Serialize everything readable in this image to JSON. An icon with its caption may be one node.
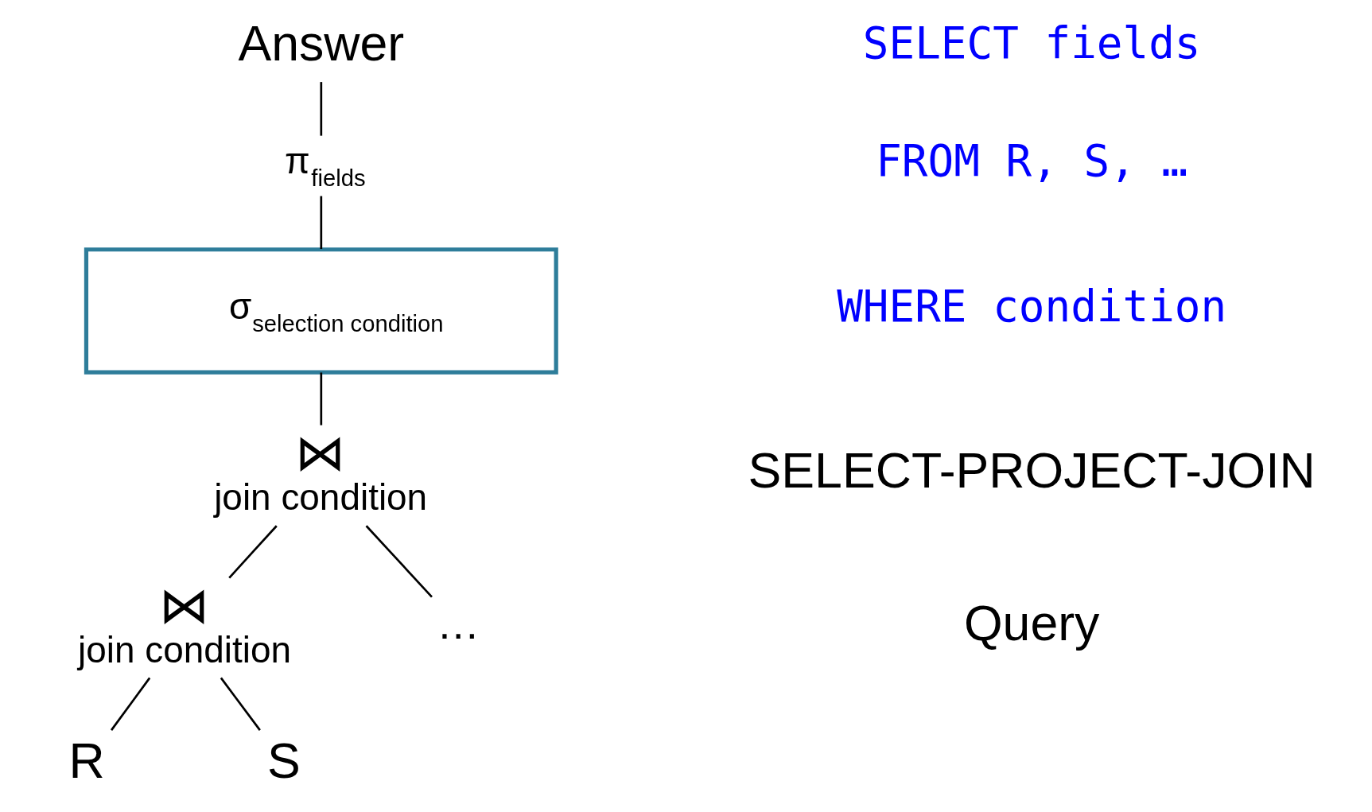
{
  "diagram": {
    "nodes": [
      {
        "text": [
          "Answer"
        ]
      },
      {
        "text": [
          "π$_{fields}$"
        ]
      },
      {
        "text": [
          "σ$_{selection condition}$"
        ]
      },
      {
        "text": [
          "⋈",
          "join condition"
        ]
      },
      {
        "text": [
          "⋈",
          "join condition"
        ]
      },
      {
        "text": [
          "…"
        ]
      },
      {
        "text": [
          "R"
        ]
      },
      {
        "text": [
          "S"
        ]
      }
    ],
    "edges": [
      {
        "from": 0,
        "to": 1,
        "arrow": "none"
      },
      {
        "from": 1,
        "to": 2,
        "arrow": "none"
      },
      {
        "from": 2,
        "to": 3,
        "arrow": "none"
      },
      {
        "from": 3,
        "to": 4,
        "arrow": "none"
      },
      {
        "from": 3,
        "to": 5,
        "arrow": "none"
      },
      {
        "from": 4,
        "to": 6,
        "arrow": "none"
      },
      {
        "from": 4,
        "to": 7,
        "arrow": "none"
      }
    ],
    "labels": [
      "SELECT fields",
      "FROM R, S, …",
      "WHERE condition",
      "SELECT-PROJECT-JOIN",
      "Query"
    ]
  }
}
